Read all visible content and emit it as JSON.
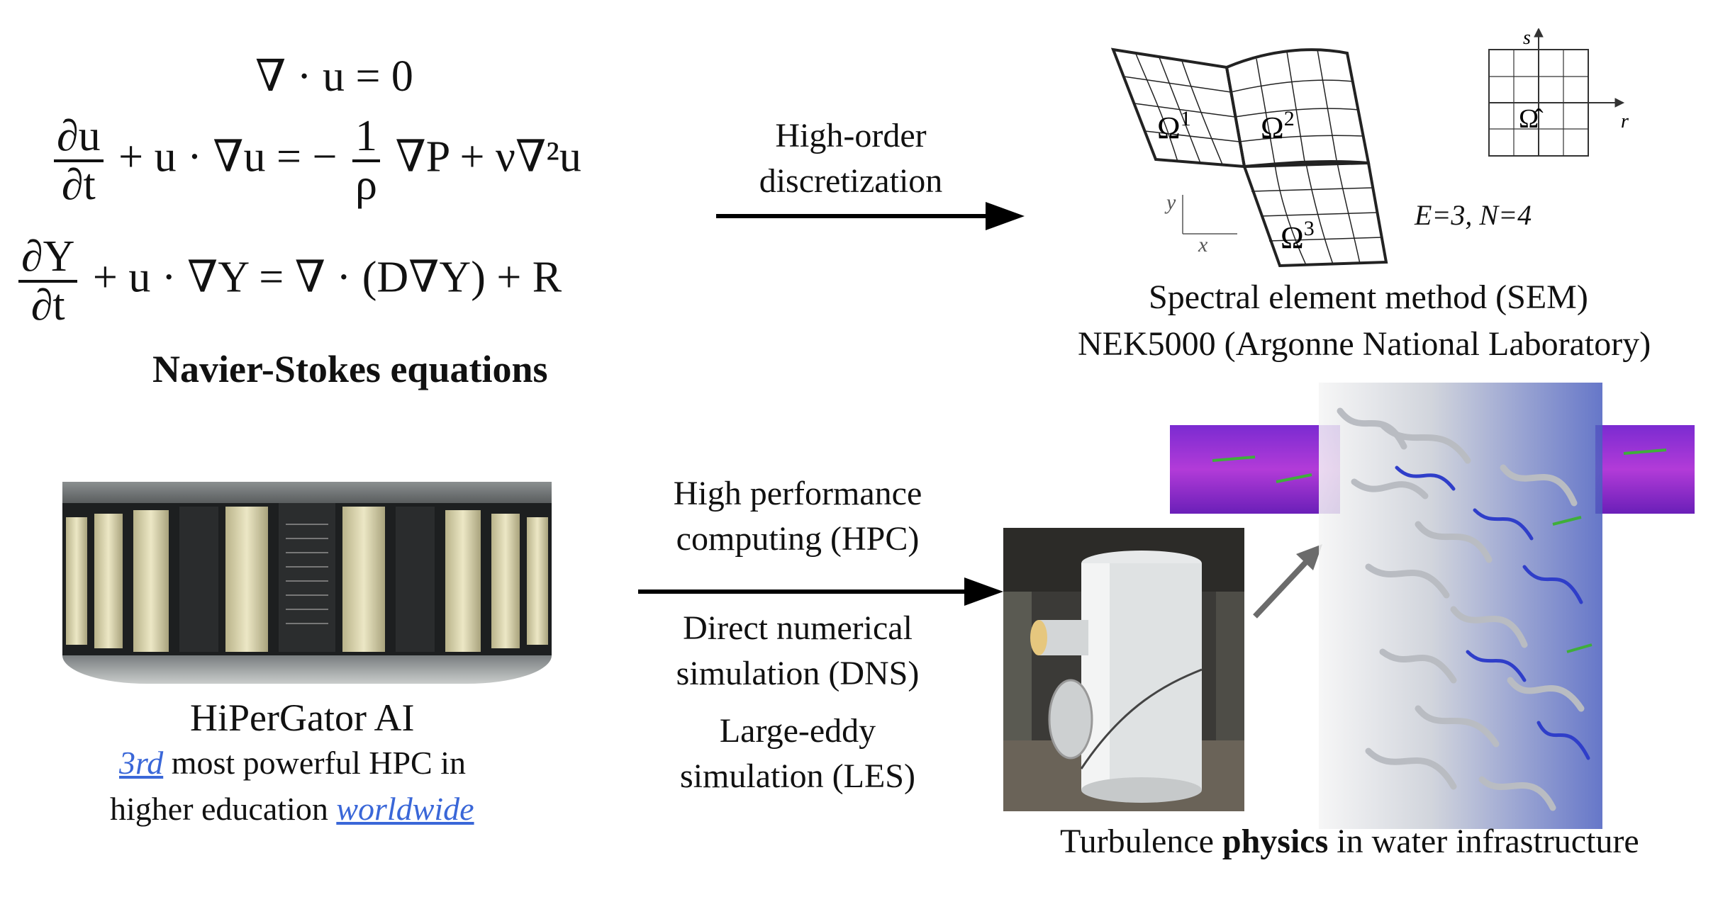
{
  "equations": {
    "continuity": "∇ · u = 0",
    "momentum": {
      "lhs_num": "∂u",
      "lhs_den": "∂t",
      "adv": "+ u · ∇u = −",
      "coef_num": "1",
      "coef_den": "ρ",
      "rhs": "∇P + ν∇²u"
    },
    "species": {
      "lhs_num": "∂Y",
      "lhs_den": "∂t",
      "rhs": "+ u · ∇Y = ∇ · (D∇Y) + R"
    },
    "caption": "Navier-Stokes equations"
  },
  "arrow_top": {
    "line1": "High-order",
    "line2": "discretization"
  },
  "mesh": {
    "omega1": "Ω",
    "sup1": "1",
    "omega2": "Ω",
    "sup2": "2",
    "omega3": "Ω",
    "sup3": "3",
    "ref_omega": "Ω̂",
    "axis_s": "s",
    "axis_r": "r",
    "axis_x": "x",
    "axis_y": "y",
    "params": "E=3, N=4",
    "caption1": "Spectral element method (SEM)",
    "caption2": "NEK5000 (Argonne National Laboratory)"
  },
  "hpc": {
    "title": "HiPerGator AI",
    "link1": "3rd",
    "line1_rest": " most powerful HPC in",
    "line2_pre": "higher education ",
    "link2": "worldwide"
  },
  "arrow_mid": {
    "a1": "High performance",
    "a2": "computing (HPC)",
    "b1": "Direct numerical",
    "b2": "simulation (DNS)",
    "c1": "Large-eddy",
    "c2": "simulation (LES)"
  },
  "sim": {
    "caption_pre": "Turbulence ",
    "caption_bold": "physics",
    "caption_post": " in water infrastructure"
  }
}
